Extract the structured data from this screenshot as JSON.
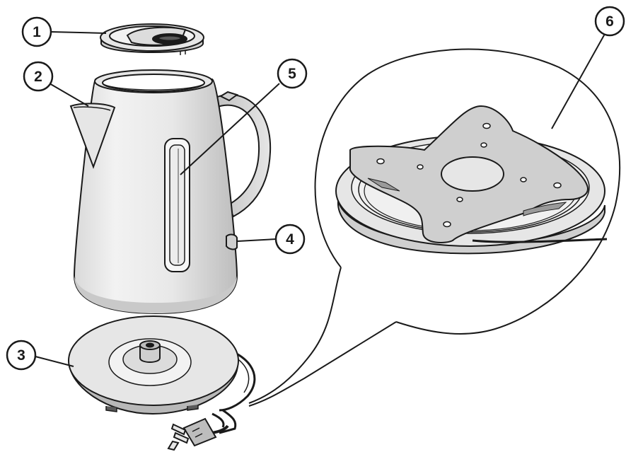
{
  "figure": {
    "type": "exploded-product-diagram",
    "parts": [
      {
        "id": 1,
        "label": "1",
        "name": "lid"
      },
      {
        "id": 2,
        "label": "2",
        "name": "spout"
      },
      {
        "id": 3,
        "label": "3",
        "name": "power-base"
      },
      {
        "id": 4,
        "label": "4",
        "name": "power-switch"
      },
      {
        "id": 5,
        "label": "5",
        "name": "water-window"
      },
      {
        "id": 6,
        "label": "6",
        "name": "cord-storage"
      }
    ]
  },
  "colors": {
    "line": "#1a1a1a",
    "fill_light": "#e6e6e6",
    "fill_mid": "#cfcfcf",
    "fill_dark": "#5a5a5a",
    "background": "#ffffff"
  }
}
